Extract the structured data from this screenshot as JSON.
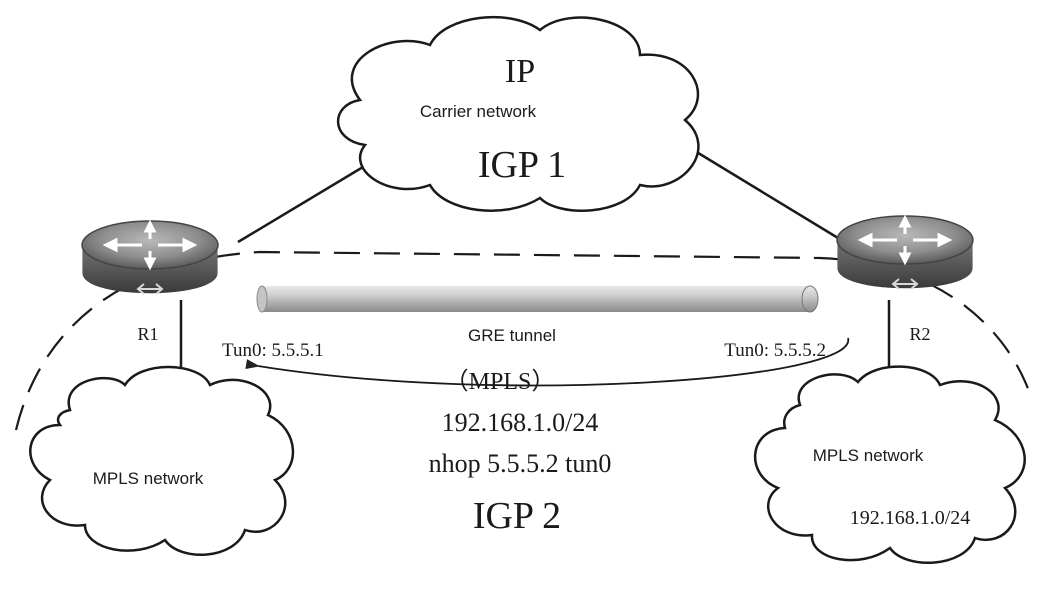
{
  "carrier_cloud": {
    "title": "IP",
    "subtitle": "Carrier network",
    "protocol": "IGP 1"
  },
  "routers": {
    "left": {
      "name": "R1",
      "tunnel_addr": "Tun0: 5.5.5.1"
    },
    "right": {
      "name": "R2",
      "tunnel_addr": "Tun0: 5.5.5.2"
    }
  },
  "tunnel": {
    "label": "GRE tunnel",
    "sublabel": "（MPLS）"
  },
  "route": {
    "prefix": "192.168.1.0/24",
    "nexthop": "nhop 5.5.5.2 tun0"
  },
  "igp2_label": "IGP 2",
  "left_cloud": {
    "label": "MPLS network"
  },
  "right_cloud": {
    "label": "MPLS network",
    "subnet": "192.168.1.0/24"
  }
}
